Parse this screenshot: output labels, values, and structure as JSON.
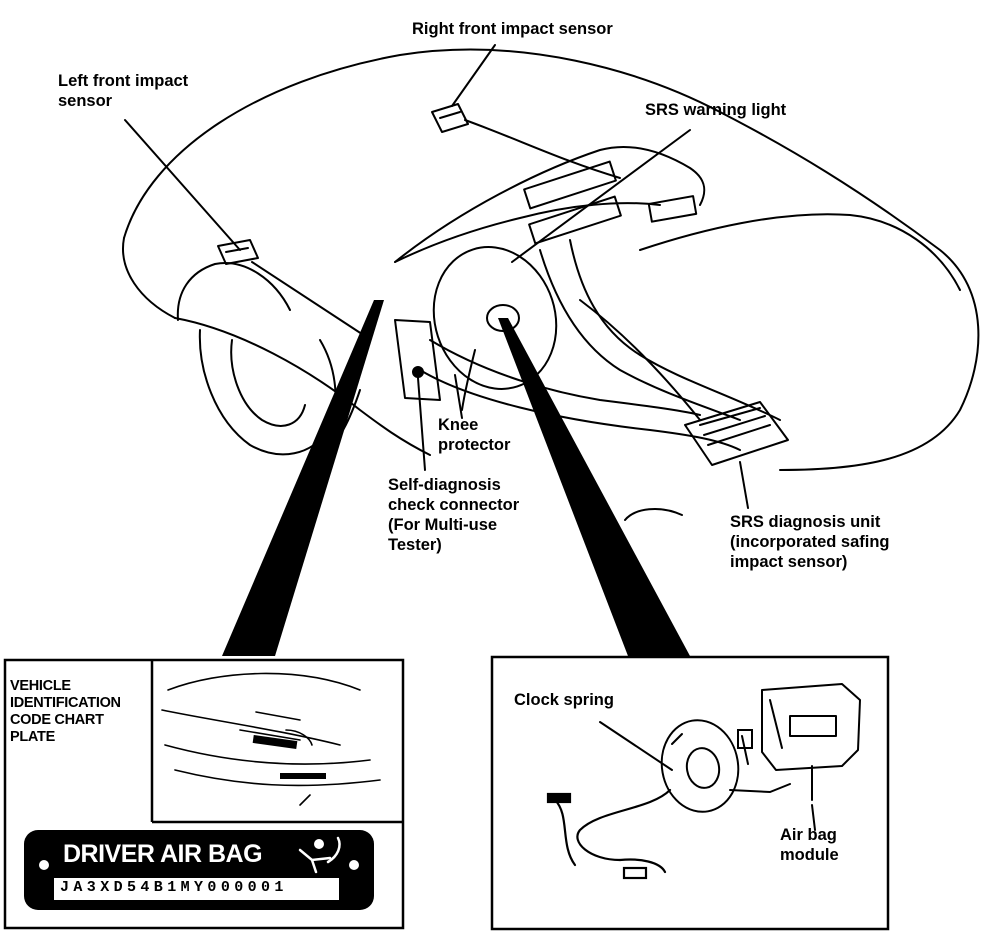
{
  "labels": {
    "left_front_sensor": "Left front impact\nsensor",
    "right_front_sensor": "Right front impact sensor",
    "srs_warning_light": "SRS warning light",
    "knee_protector": "Knee\nprotector",
    "self_diagnosis_connector": "Self-diagnosis\ncheck connector\n(For Multi-use\nTester)",
    "srs_diagnosis_unit": "SRS diagnosis unit\n(incorporated safing\nimpact sensor)",
    "clock_spring": "Clock spring",
    "air_bag_module": "Air bag\nmodule"
  },
  "vin_plate": {
    "title": "VEHICLE\nIDENTIFICATION\nCODE CHART\nPLATE",
    "badge_text": "DRIVER AIR BAG",
    "vin_code": "JA3XD54B1MY000001"
  },
  "colors": {
    "ink": "#000000",
    "paper": "#ffffff"
  }
}
